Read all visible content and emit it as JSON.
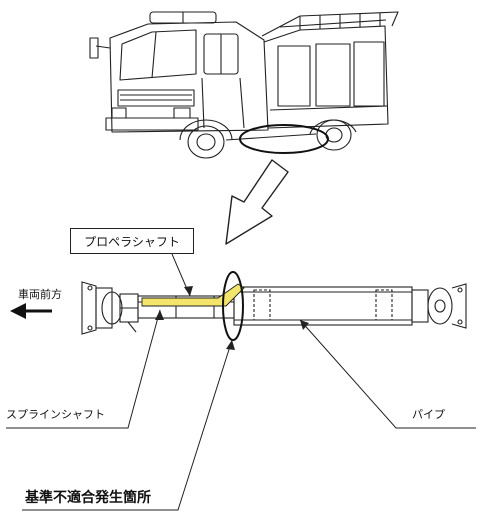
{
  "labels": {
    "propeller_shaft": "プロペラシャフト",
    "vehicle_front": "車両前方",
    "spline_shaft": "スプラインシャフト",
    "pipe": "パイプ",
    "defect_location": "基準不適合発生箇所"
  },
  "colors": {
    "line": "#222222",
    "highlight": "#f3e46b",
    "background": "#ffffff"
  },
  "icons": {
    "front_arrow": "arrow-left-icon",
    "pointer": "down-left-arrow-icon"
  }
}
